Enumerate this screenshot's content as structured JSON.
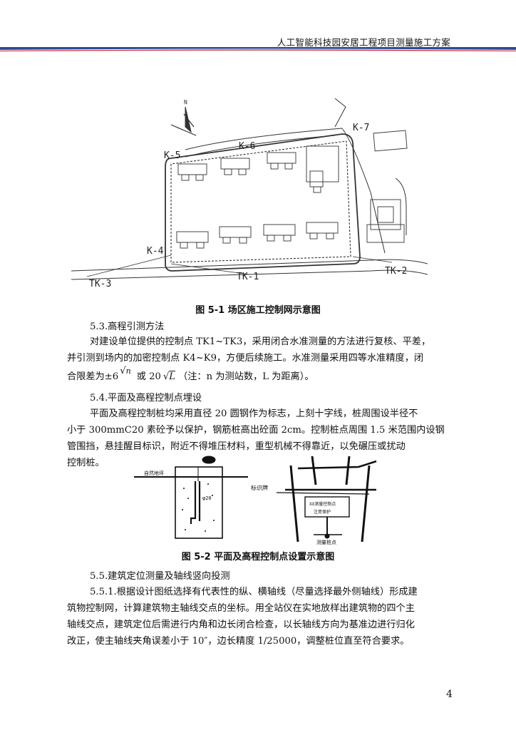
{
  "header": {
    "title": "人工智能科技园安居工程项目测量施工方案"
  },
  "figure1": {
    "labels": {
      "north": "N",
      "k4": "K-4",
      "k5": "K-5",
      "k6": "K-6",
      "k7": "K-7",
      "tk1": "TK-1",
      "tk2": "TK-2",
      "tk3": "TK-3"
    },
    "caption": "图 5-1  场区施工控制网示意图"
  },
  "section_5_3": {
    "heading": "5.3.高程引测方法",
    "p1": "对建设单位提供的控制点 TK1~TK3，采用闭合水准测量的方法进行复核、平差，",
    "p2": "并引测到场内的加密控制点 K4~K9，方便后续施工。水准测量采用四等水准精度，闭",
    "p3_before": "合限差为±6",
    "p3_sym1": "n",
    "p3_mid": "或 20",
    "p3_sym2": "L",
    "p3_after": "（注：n 为测站数，L 为距离）。"
  },
  "section_5_4": {
    "heading": "5.4.平面及高程控制点埋设",
    "l1": "平面及高程控制桩均采用直径 20 圆钢作为标志，上刻十字线，桩周围设半径不",
    "l2": "小于 300mmC20 素砼予以保护，钢筋桩高出砼面 2cm。控制桩点周围 1.5 米范围内设钢",
    "l3": "管围挡，悬挂醒目标识，附近不得堆压材料，重型机械不得靠近，以免碾压或扰动",
    "l4": "控制桩。"
  },
  "figure2": {
    "left_label": "自然地坪",
    "dim_label": "φ20",
    "sign_label": "标识牌",
    "sign_text": [
      "XX测量控制点",
      "注意保护"
    ],
    "stake_label": "测量桩点",
    "caption": "图 5-2  平面及高程控制点设置示意图"
  },
  "section_5_5": {
    "heading": "5.5.建筑定位测量及轴线竖向投测",
    "l1": "5.5.1.根据设计图纸选择有代表性的纵、横轴线（尽量选择最外侧轴线）形成建",
    "l2": "筑物控制网，计算建筑物主轴线交点的坐标。用全站仪在实地放样出建筑物的四个主",
    "l3": "轴线交点，建筑定位后需进行内角和边长闭合检查，以长轴线方向为基准边进行归化",
    "l4": "改正，使主轴线夹角误差小于 10″，边长精度 1/25000，调整桩位直至符合要求。"
  },
  "page_number": "4",
  "colors": {
    "header_blue": "#2a4b9b",
    "header_red": "#c8202a"
  }
}
